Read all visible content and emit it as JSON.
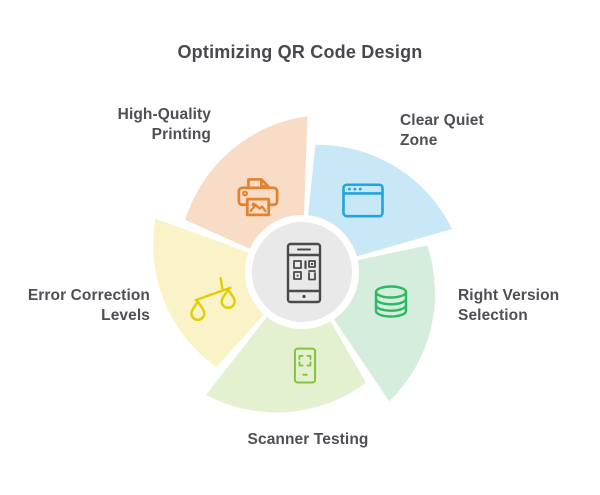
{
  "title": "Optimizing QR Code Design",
  "diagram": {
    "center": {
      "icon": "smartphone-qr-icon",
      "circle_fill": "#e9e9e9",
      "icon_color": "#4a4a4a"
    },
    "segments": [
      {
        "id": "high-quality-printing",
        "lines": [
          "High-Quality",
          "Printing"
        ],
        "icon": "printer-icon",
        "fill": "#f8dcc5",
        "icon_color": "#e0822f",
        "position": "top-left"
      },
      {
        "id": "clear-quiet-zone",
        "lines": [
          "Clear Quiet",
          "Zone"
        ],
        "icon": "browser-window-icon",
        "fill": "#c8e8f7",
        "icon_color": "#21a5dc",
        "position": "top-right"
      },
      {
        "id": "right-version-selection",
        "lines": [
          "Right Version",
          "Selection"
        ],
        "icon": "database-icon",
        "fill": "#d5eddd",
        "icon_color": "#2db964",
        "position": "right"
      },
      {
        "id": "scanner-testing",
        "lines": [
          "Scanner Testing"
        ],
        "icon": "qr-scan-icon",
        "fill": "#e4f1d1",
        "icon_color": "#86c440",
        "position": "bottom"
      },
      {
        "id": "error-correction-levels",
        "lines": [
          "Error Correction",
          "Levels"
        ],
        "icon": "scales-icon",
        "fill": "#faf3c7",
        "icon_color": "#e3cd00",
        "position": "left"
      }
    ]
  }
}
